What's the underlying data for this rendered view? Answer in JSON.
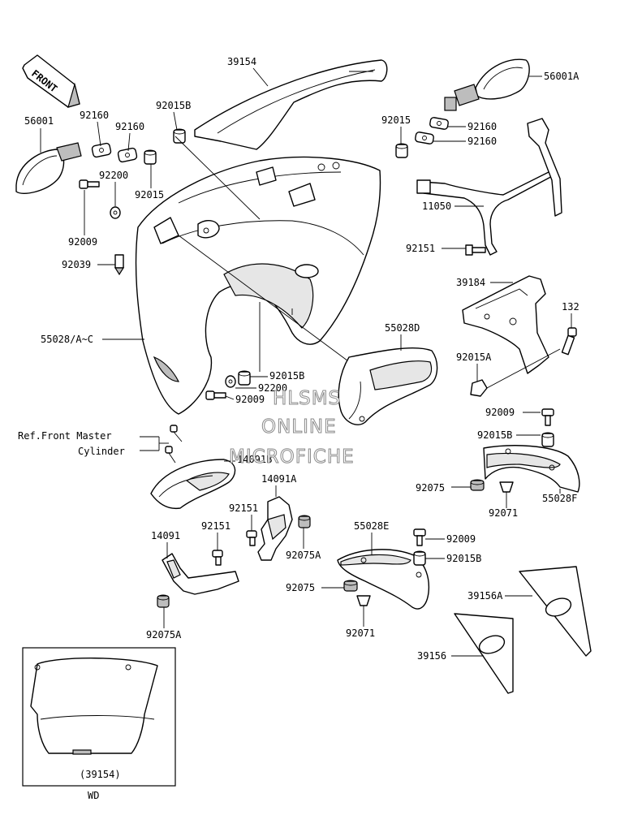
{
  "direction_arrow": {
    "label": "FRONT"
  },
  "parts": {
    "p39154": "39154",
    "p56001A": "56001A",
    "p56001": "56001",
    "p92015B_top": "92015B",
    "p92160_l1": "92160",
    "p92160_l2": "92160",
    "p92015_l": "92015",
    "p92200_l": "92200",
    "p92009_l": "92009",
    "p92039": "92039",
    "p55028": "55028/A~C",
    "p92015_r": "92015",
    "p92160_r1": "92160",
    "p92160_r2": "92160",
    "p11050": "11050",
    "p92151_r": "92151",
    "p39184": "39184",
    "p132": "132",
    "p92015A": "92015A",
    "p55028D": "55028D",
    "p92015B_mid": "92015B",
    "p92200_mid": "92200",
    "p92009_mid": "92009",
    "p92009_r": "92009",
    "p92015B_r": "92015B",
    "p92075_r": "92075",
    "p55028F": "55028F",
    "p92071_r": "92071",
    "ref_line1": "Ref.Front Master",
    "ref_line2": "Cylinder",
    "p14091B": "14091B",
    "p14091A": "14091A",
    "p92151_c": "92151",
    "p92075A_c": "92075A",
    "p14091": "14091",
    "p92151_l": "92151",
    "p92075A_l": "92075A",
    "p55028E": "55028E",
    "p92009_b": "92009",
    "p92015B_b": "92015B",
    "p92075_b": "92075",
    "p92071_b": "92071",
    "p39156A": "39156A",
    "p39156": "39156"
  },
  "inset": {
    "part": "(39154)",
    "variant": "WD"
  },
  "watermark": {
    "line1": "HLSMS",
    "line2": "ONLINE",
    "line3": "MICROFICHE"
  }
}
